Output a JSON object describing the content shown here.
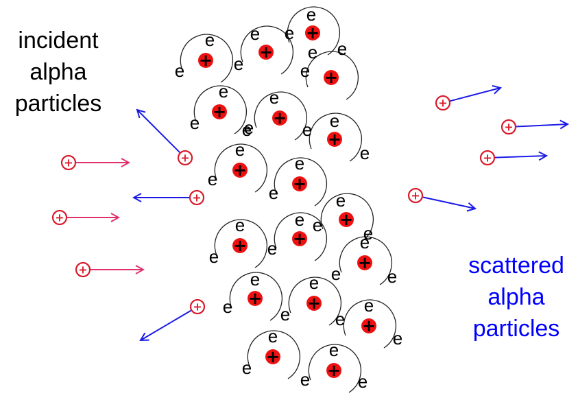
{
  "labels": {
    "incident": [
      "incident",
      "alpha",
      "particles"
    ],
    "scattered": [
      "scattered",
      "alpha",
      "particles"
    ]
  },
  "symbols": {
    "electron": "e",
    "charge": "+"
  },
  "colors": {
    "nucleus": "#ee1111",
    "alpha_particle": "#d81b2a",
    "incident_arrow": "#e0306a",
    "scattered_arrow": "#1a1ae6",
    "orbit": "#222222",
    "text": "#000000",
    "scattered_text": "#0000ff"
  }
}
